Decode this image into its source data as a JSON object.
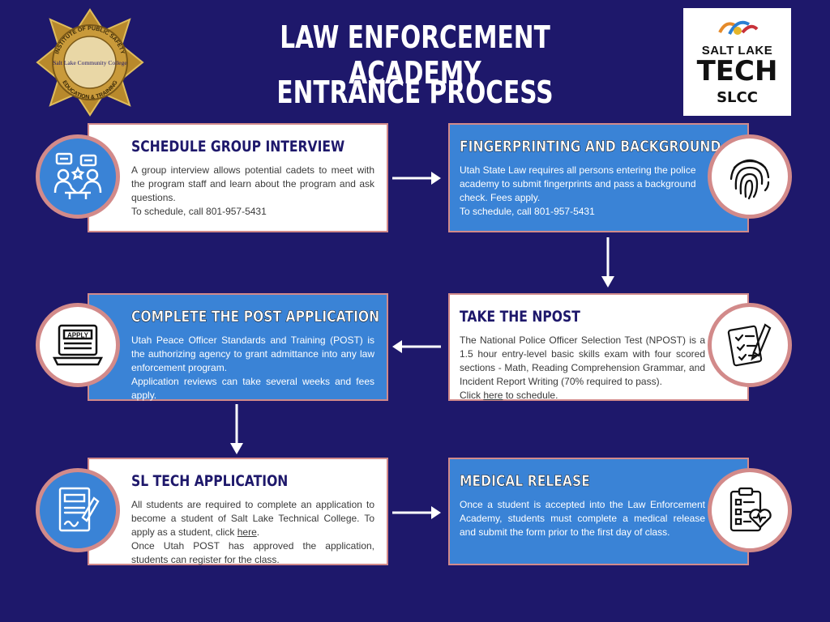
{
  "header": {
    "title_line1": "LAW ENFORCEMENT ACADEMY",
    "title_line2": "ENTRANCE PROCESS"
  },
  "logos": {
    "badge_text": [
      "INSTITUTE OF PUBLIC SAFETY",
      "Salt Lake Community College",
      "EDUCATION & TRAINING"
    ],
    "slt": {
      "line1": "SALT LAKE",
      "line2": "TECH",
      "line3": "SLCC"
    }
  },
  "steps": [
    {
      "title": "SCHEDULE GROUP INTERVIEW",
      "lines": [
        "A group interview allows potential cadets to meet with the program staff and learn about the program and ask questions.",
        "To schedule, call 801-957-5431"
      ],
      "icon": "group-interview-icon"
    },
    {
      "title": "FINGERPRINTING AND BACKGROUND",
      "lines": [
        "Utah State Law requires all persons entering the police academy to submit fingerprints and pass a background check. Fees apply.",
        "To schedule, call 801-957-5431"
      ],
      "icon": "fingerprint-icon"
    },
    {
      "title": "TAKE THE NPOST",
      "lines": [
        "The National Police Officer Selection Test (NPOST) is a 1.5 hour entry-level basic skills exam with four scored sections - Math, Reading Comprehension Grammar, and Incident Report Writing (70% required to pass)."
      ],
      "link_prefix": "Click ",
      "link_text": "here",
      "link_suffix": " to schedule.",
      "icon": "test-checklist-icon"
    },
    {
      "title": "COMPLETE THE POST APPLICATION",
      "lines": [
        "Utah Peace Officer Standards and Training (POST) is the authorizing agency to grant admittance into any law enforcement program.",
        "Application reviews can take several weeks and fees apply."
      ],
      "icon": "laptop-apply-icon",
      "icon_label": "APPLY"
    },
    {
      "title": "SL TECH APPLICATION",
      "line1": "All students are required to complete an application to become a student of Salt Lake Technical College. To apply as a student, click ",
      "link_text": "here",
      "line1_suffix": ".",
      "line2": "Once Utah POST has approved the application, students can register for the class.",
      "icon": "application-form-icon"
    },
    {
      "title": "MEDICAL RELEASE",
      "lines": [
        "Once a student is accepted into the Law Enforcement Academy, students must complete a medical release and submit the form prior to the first day of class."
      ],
      "icon": "medical-clipboard-icon"
    }
  ],
  "colors": {
    "background": "#1e186b",
    "box_blue": "#3a83d6",
    "box_white": "#ffffff",
    "border": "#d28a8a",
    "heading_dark": "#1e186b"
  }
}
